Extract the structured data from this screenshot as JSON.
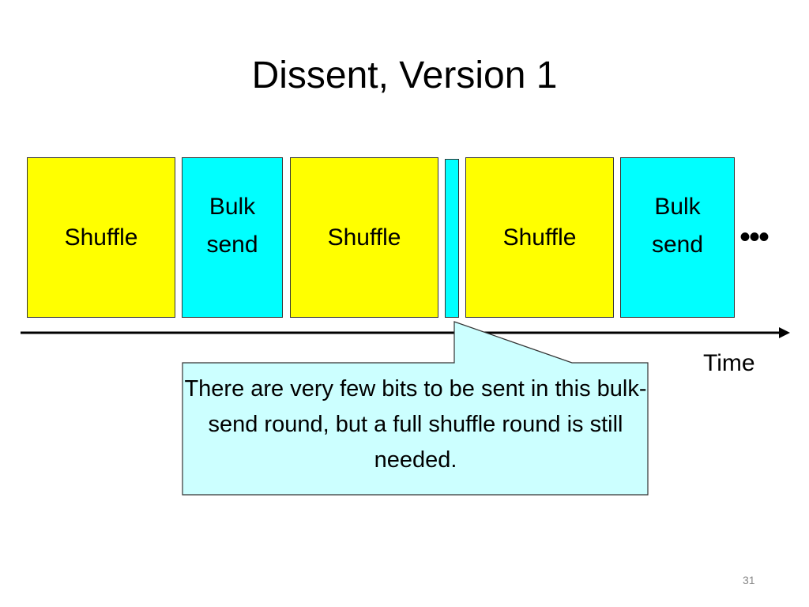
{
  "slide": {
    "title": "Dissent, Version 1",
    "page_number": "31"
  },
  "timeline": {
    "blocks": [
      {
        "label": "Shuffle",
        "color": "#ffff00"
      },
      {
        "label_line1": "Bulk",
        "label_line2": "send",
        "color": "#00ffff"
      },
      {
        "label": "Shuffle",
        "color": "#ffff00"
      },
      {
        "label": "",
        "color": "#00ffff"
      },
      {
        "label": "Shuffle",
        "color": "#ffff00"
      },
      {
        "label_line1": "Bulk",
        "label_line2": "send",
        "color": "#00ffff"
      }
    ],
    "ellipsis": "•••",
    "axis_label": "Time"
  },
  "callout": {
    "text": "There are very few bits to be sent in this bulk-send round, but a full shuffle round is still needed.",
    "background": "#ccffff"
  }
}
